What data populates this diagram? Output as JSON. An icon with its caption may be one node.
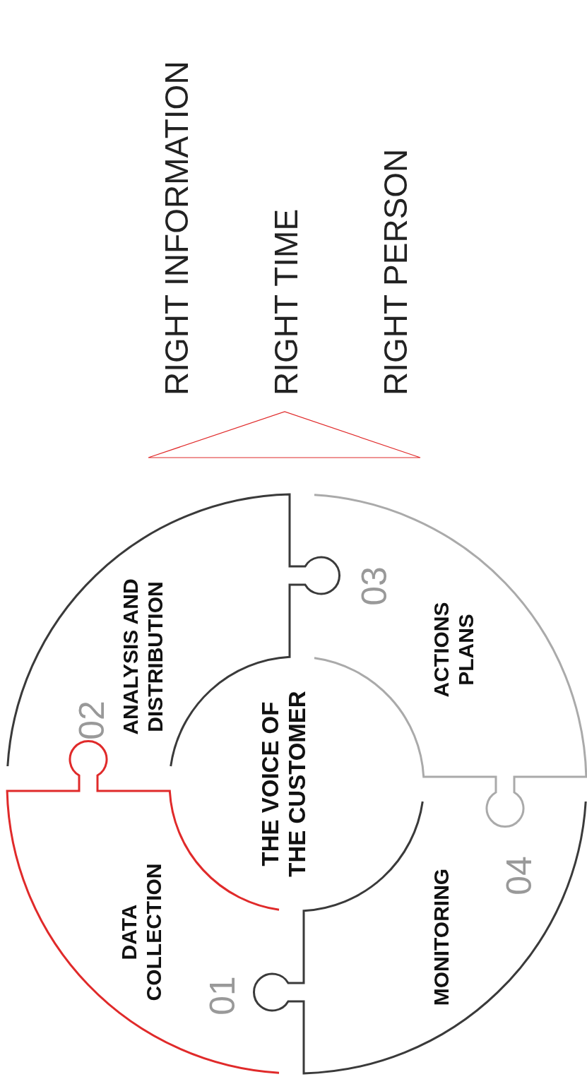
{
  "diagram": {
    "nodes": [
      {
        "text": [
          "01",
          "DATA COLLECTION"
        ]
      },
      {
        "text": [
          "02",
          "ANALYSIS AND DISTRIBUTION"
        ]
      },
      {
        "text": [
          "03",
          "ACTIONS PLANS"
        ]
      },
      {
        "text": [
          "04",
          "MONITORING"
        ]
      },
      {
        "text": [
          "THE VOICE OF THE CUSTOMER"
        ]
      },
      {
        "text": [],
        "shape": "triangle"
      }
    ],
    "edges": [],
    "labels": [
      "RIGHT INFORMATION",
      "RIGHT TIME",
      "RIGHT PERSON"
    ]
  }
}
